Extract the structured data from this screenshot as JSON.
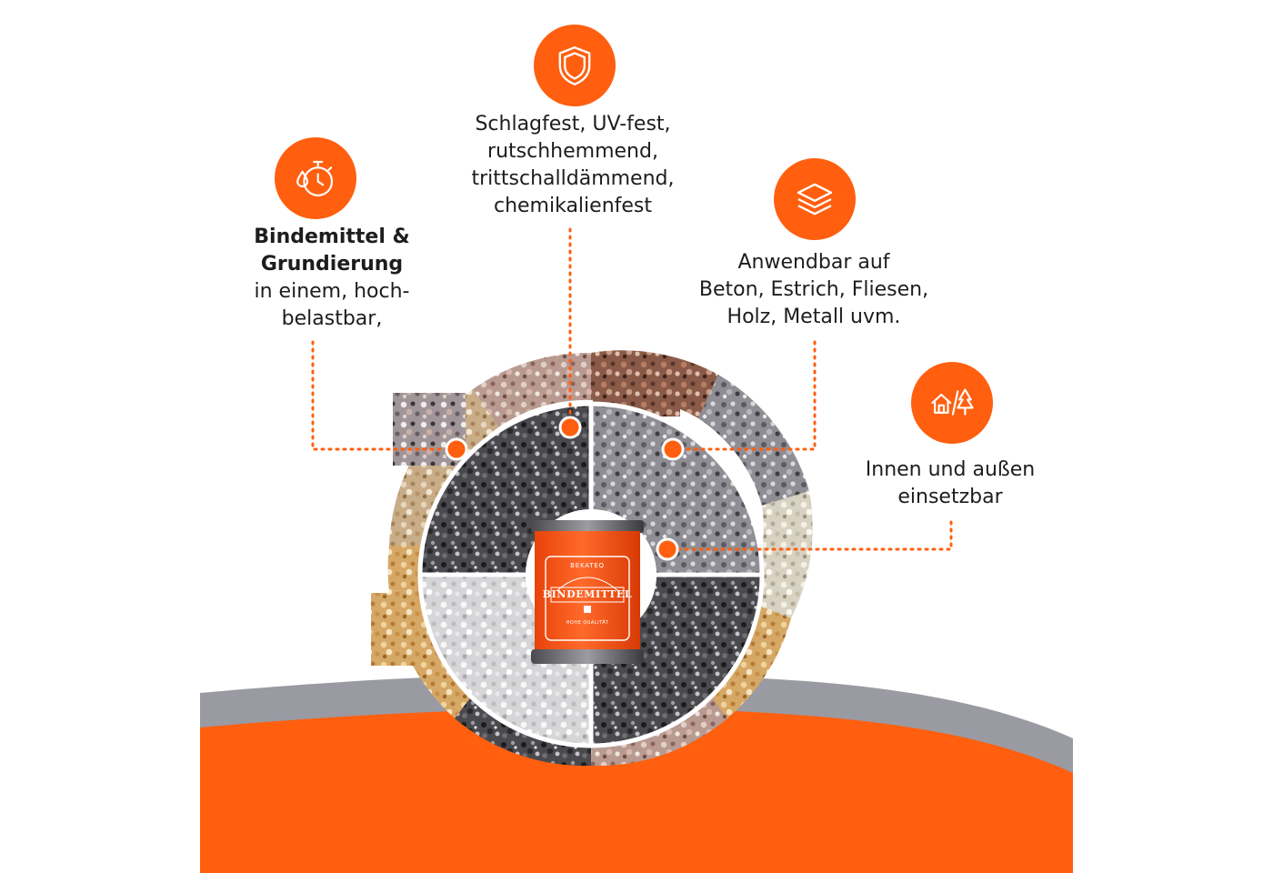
{
  "colors": {
    "accent": "#ff5f0f",
    "text": "#1d1d1b",
    "grey_band": "#9a9aa2",
    "background": "#ffffff"
  },
  "features": [
    {
      "icon": "stopwatch-drop-icon",
      "lines": [
        "Bindemittel &",
        "Grundierung",
        "in einem, hoch-",
        "belastbar,"
      ]
    },
    {
      "icon": "shield-icon",
      "lines": [
        "Schlagfest, UV-fest,",
        "rutschhemmend,",
        "trittschalldämmend,",
        "chemikalienfest"
      ]
    },
    {
      "icon": "layers-icon",
      "lines": [
        "Anwendbar auf",
        "Beton, Estrich, Fliesen,",
        "Holz, Metall uvm."
      ]
    },
    {
      "icon": "house-tree-icon",
      "lines": [
        "Innen und außen",
        "einsetzbar"
      ]
    }
  ],
  "product": {
    "brand": "BEKATEQ",
    "name": "BINDEMITTEL",
    "tagline": "HOHE QUALITÄT"
  }
}
